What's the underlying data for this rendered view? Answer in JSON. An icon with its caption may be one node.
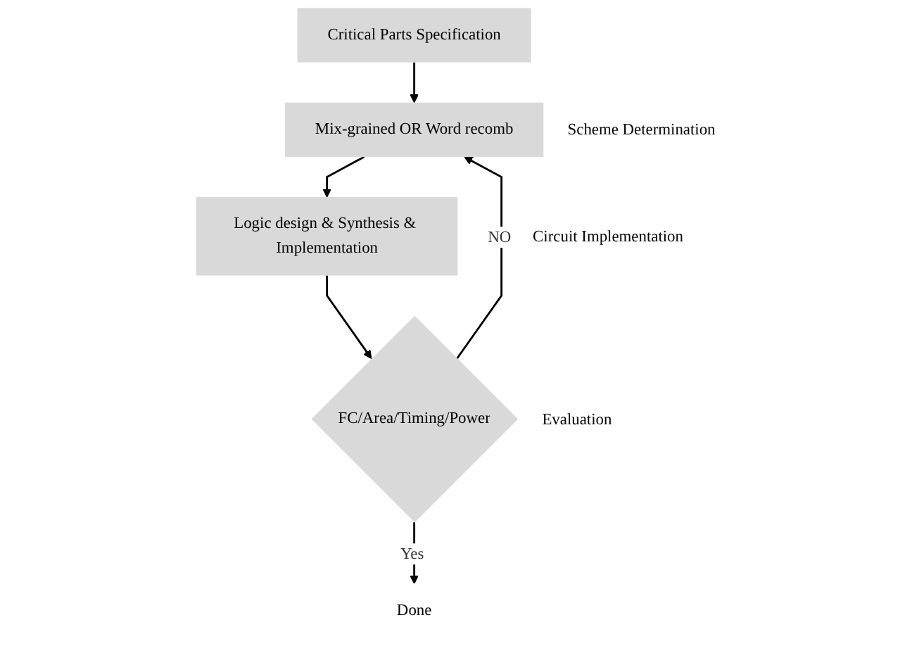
{
  "diagram": {
    "nodes": [
      {
        "text": [
          "Critical Parts Specification"
        ]
      },
      {
        "text": [
          "Mix-grained OR Word recomb"
        ],
        "beside": [
          "Scheme Determination"
        ]
      },
      {
        "text": [
          "Logic design & Synthesis & Implementation"
        ]
      },
      {
        "text": [
          "FC/Area/Timing/Power"
        ],
        "beside": [
          "Evaluation"
        ]
      },
      {
        "text": [
          "Done"
        ]
      }
    ],
    "edges": [
      {
        "from": 0,
        "to": 1,
        "arrow": "to"
      },
      {
        "from": 1,
        "to": 2,
        "arrow": "to"
      },
      {
        "from": 2,
        "to": 3,
        "arrow": "to"
      },
      {
        "from": 3,
        "to": 1,
        "arrow": "to",
        "label": "NO"
      },
      {
        "from": 3,
        "to": 4,
        "arrow": "to",
        "label": "Yes"
      }
    ],
    "labels": [
      "Circuit Implementation"
    ]
  }
}
